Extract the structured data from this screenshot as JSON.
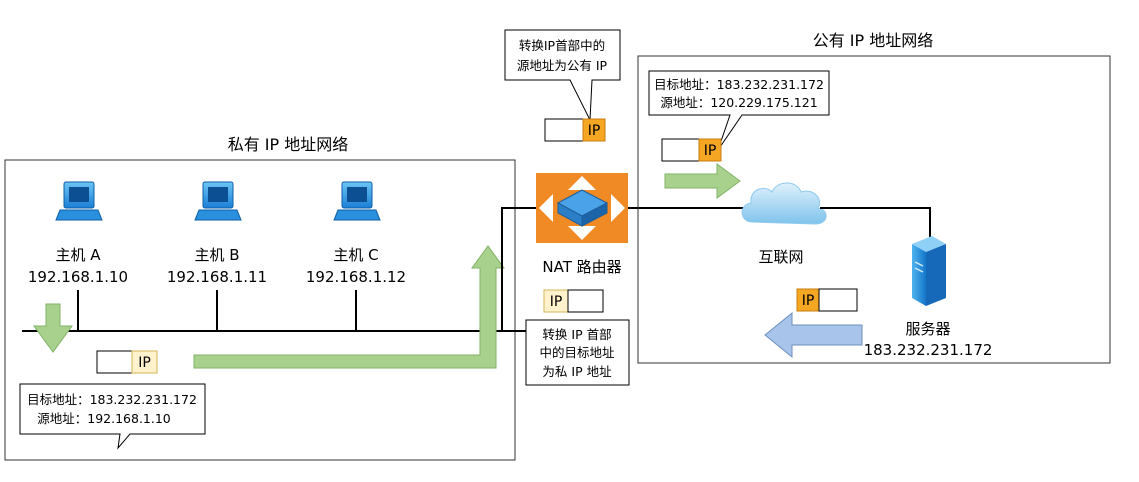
{
  "private_network": {
    "title": "私有 IP 地址网络",
    "hosts": [
      {
        "name": "主机 A",
        "ip": "192.168.1.10"
      },
      {
        "name": "主机 B",
        "ip": "192.168.1.11"
      },
      {
        "name": "主机 C",
        "ip": "192.168.1.12"
      }
    ],
    "packet_ip": "IP",
    "callout": {
      "line1": "目标地址：183.232.231.172",
      "line2": "源地址：192.168.1.10"
    }
  },
  "router": {
    "label": "NAT 路由器",
    "packet_ip": "IP",
    "top_callout": {
      "line1": "转换IP首部中的",
      "line2": "源地址为公有 IP"
    },
    "top_packet_ip": "IP",
    "bottom_callout": {
      "line1": "转换 IP 首部",
      "line2": "中的目标地址",
      "line3": "为私 IP 地址"
    }
  },
  "public_network": {
    "title": "公有 IP 地址网络",
    "callout": {
      "line1": "目标地址：183.232.231.172",
      "line2": "源地址：120.229.175.121"
    },
    "packet_ip_top": "IP",
    "internet_label": "互联网",
    "packet_ip_server": "IP",
    "server": {
      "name": "服务器",
      "ip": "183.232.231.172"
    }
  },
  "colors": {
    "ip_tag_orange": "#f5a623",
    "ip_tag_yellow": "#fff2cc",
    "arrow_green": "#a9d18e",
    "arrow_green_stroke": "#82b366",
    "arrow_blue": "#a9c4eb",
    "arrow_blue_stroke": "#6c8ebf",
    "router_orange": "#f08a24",
    "computer_blue": "#1f8fe0"
  }
}
